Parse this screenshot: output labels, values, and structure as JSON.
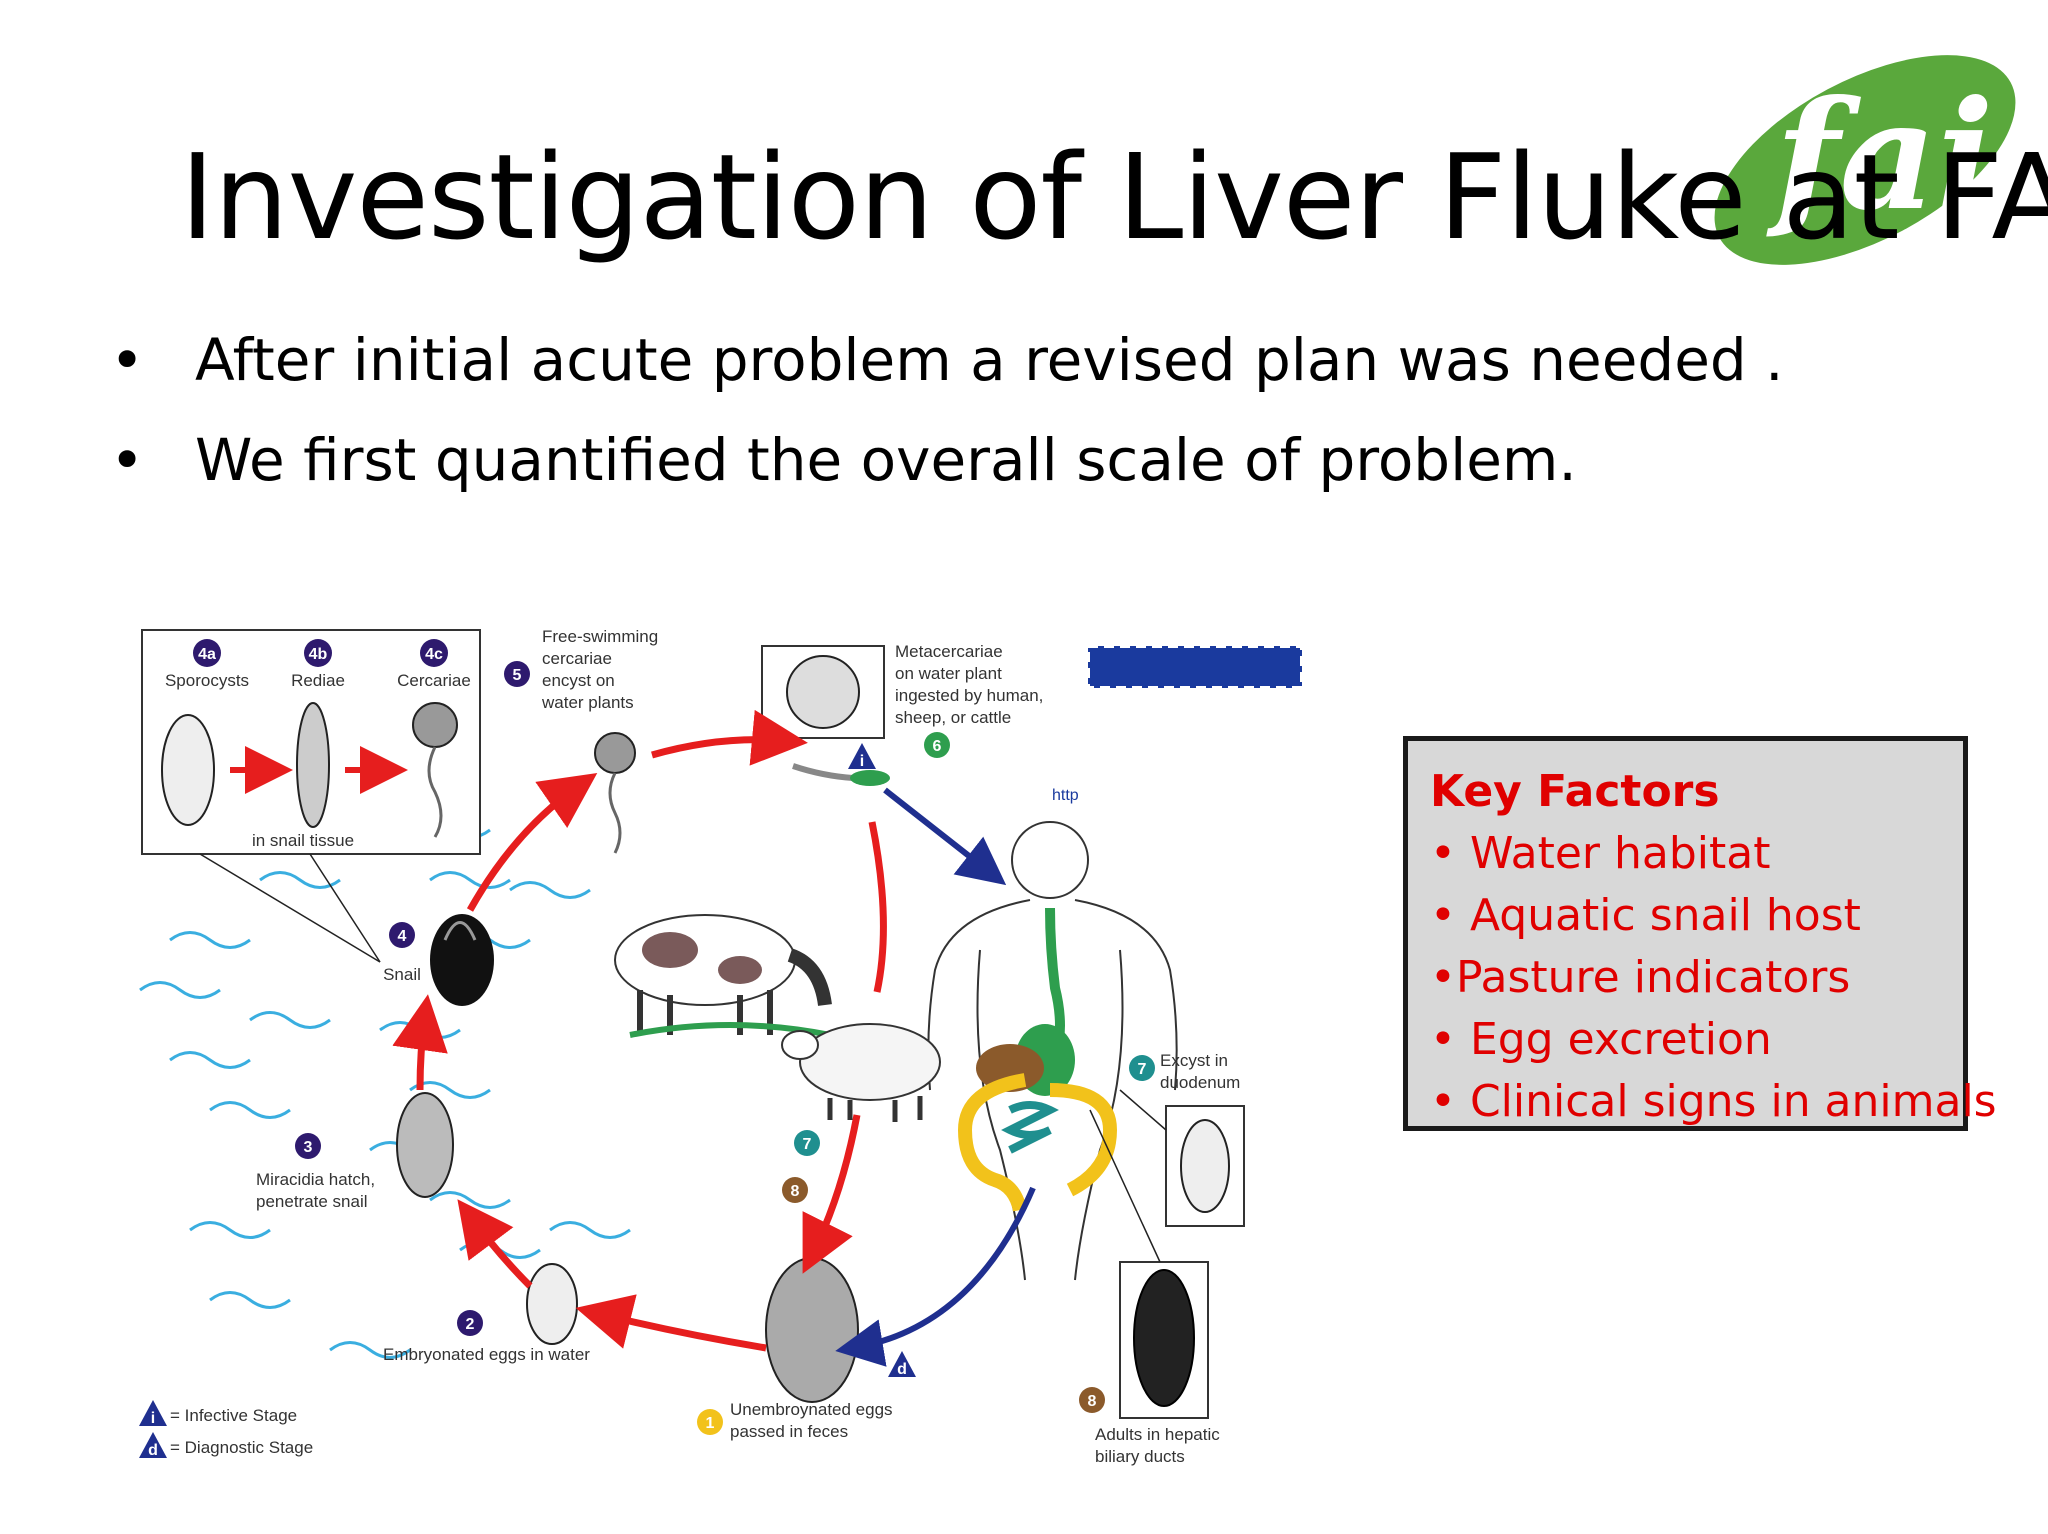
{
  "slide": {
    "title": "Investigation of Liver Fluke at FAI",
    "bullets": [
      "After initial acute problem a revised plan was needed .",
      "We first quantified the overall scale of problem."
    ]
  },
  "logo": {
    "text": "fai",
    "color": "#5aa83c"
  },
  "key_factors": {
    "title": "Key Factors",
    "items": [
      "• Water habitat",
      "• Aquatic snail host",
      "•Pasture indicators",
      "• Egg excretion",
      "• Clinical signs in animals"
    ],
    "text_color": "#e00000",
    "bg_color": "#d8d8d8"
  },
  "diagram": {
    "stage_4a_num": "4a",
    "stage_4a_label": "Sporocysts",
    "stage_4b_num": "4b",
    "stage_4b_label": "Rediae",
    "stage_4c_num": "4c",
    "stage_4c_label": "Cercariae",
    "snail_tissue_label": "in snail tissue",
    "stage_5_num": "5",
    "stage_5_lines": [
      "Free-swimming",
      "cercariae",
      "encyst on",
      "water plants"
    ],
    "stage_6_num": "6",
    "stage_6_lines": [
      "Metacercariae",
      "on water plant",
      "ingested by human,",
      "sheep, or cattle"
    ],
    "url_fragment": "http",
    "stage_4_num": "4",
    "stage_4_label": "Snail",
    "stage_3_num": "3",
    "stage_3_lines": [
      "Miracidia hatch,",
      "penetrate snail"
    ],
    "stage_2_num": "2",
    "stage_2_label": "Embryonated eggs in water",
    "stage_1_num": "1",
    "stage_1_lines": [
      "Unembroynated eggs",
      "passed in feces"
    ],
    "stage_7_num": "7",
    "stage_7_lines": [
      "Excyst in",
      "duodenum"
    ],
    "stage_8_num": "8",
    "stage_8_lines": [
      "Adults in hepatic",
      "biliary ducts"
    ],
    "infective_symbol": "i",
    "infective_label": "= Infective Stage",
    "diagnostic_symbol": "d",
    "diagnostic_label": "= Diagnostic Stage",
    "colors": {
      "red_arrow": "#e61e1e",
      "blue_arrow": "#1f2f8f",
      "water": "#3aaee0",
      "purple": "#2e1a6e",
      "green": "#2e9e4e",
      "teal": "#1f8f8f",
      "brown": "#8b5a2b",
      "yellow": "#f2c21b",
      "cdc_blue": "#1a3a9e"
    }
  }
}
